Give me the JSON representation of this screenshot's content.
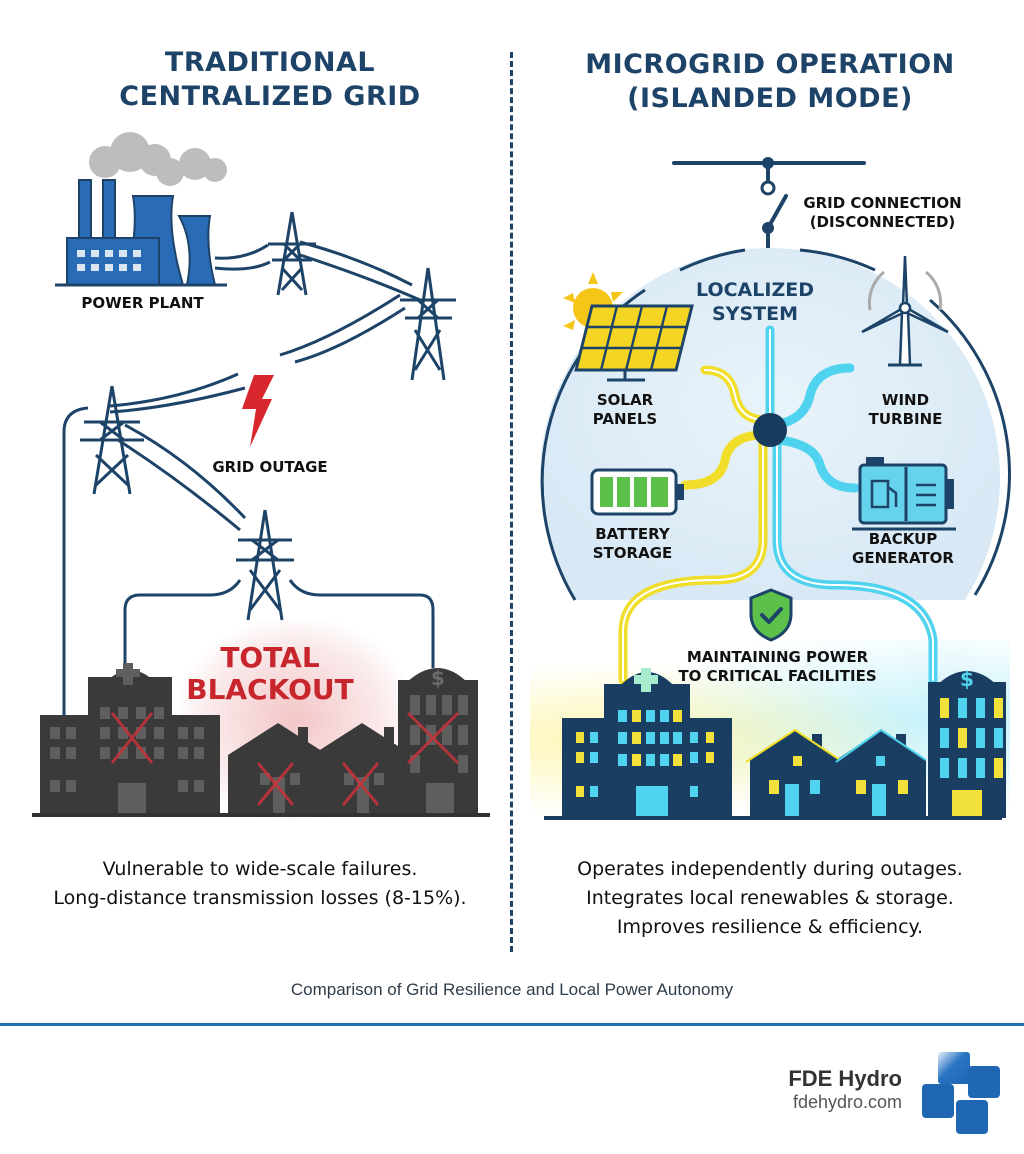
{
  "left_panel": {
    "title_line1": "TRADITIONAL",
    "title_line2": "CENTRALIZED GRID",
    "power_plant_label": "POWER PLANT",
    "outage_label": "GRID OUTAGE",
    "blackout_line1": "TOTAL",
    "blackout_line2": "BLACKOUT",
    "description_line1": "Vulnerable to wide-scale failures.",
    "description_line2": "Long-distance transmission losses (8-15%).",
    "facilities": [
      "hospital",
      "house",
      "house",
      "bank"
    ],
    "status_icon": "x-mark-icon"
  },
  "right_panel": {
    "title_line1": "MICROGRID OPERATION",
    "title_line2": "(ISLANDED MODE)",
    "grid_connection_line1": "GRID CONNECTION",
    "grid_connection_line2": "(DISCONNECTED)",
    "system_label_line1": "LOCALIZED",
    "system_label_line2": "SYSTEM",
    "solar_line1": "SOLAR",
    "solar_line2": "PANELS",
    "wind_line1": "WIND",
    "wind_line2": "TURBINE",
    "battery_line1": "BATTERY",
    "battery_line2": "STORAGE",
    "generator_line1": "BACKUP",
    "generator_line2": "GENERATOR",
    "maintaining_line1": "MAINTAINING POWER",
    "maintaining_line2": "TO CRITICAL FACILITIES",
    "description_line1": "Operates independently during outages.",
    "description_line2": "Integrates local renewables & storage.",
    "description_line3": "Improves resilience & efficiency.",
    "facilities": [
      "hospital",
      "house",
      "house",
      "bank"
    ],
    "status_icon": "shield-check-icon"
  },
  "caption": "Comparison of Grid Resilience and Local Power Autonomy",
  "brand": {
    "name": "FDE Hydro",
    "url": "fdehydro.com"
  },
  "colors": {
    "navy": "#1d4468",
    "outage_red": "#c8262d",
    "blackout_gray": "#3a3a3a",
    "solar_yellow": "#f2d91c",
    "cyan": "#3fd0ec",
    "battery_green": "#5cc04a",
    "brand_blue": "#2370b8",
    "plant_blue": "#2a6bb5"
  }
}
